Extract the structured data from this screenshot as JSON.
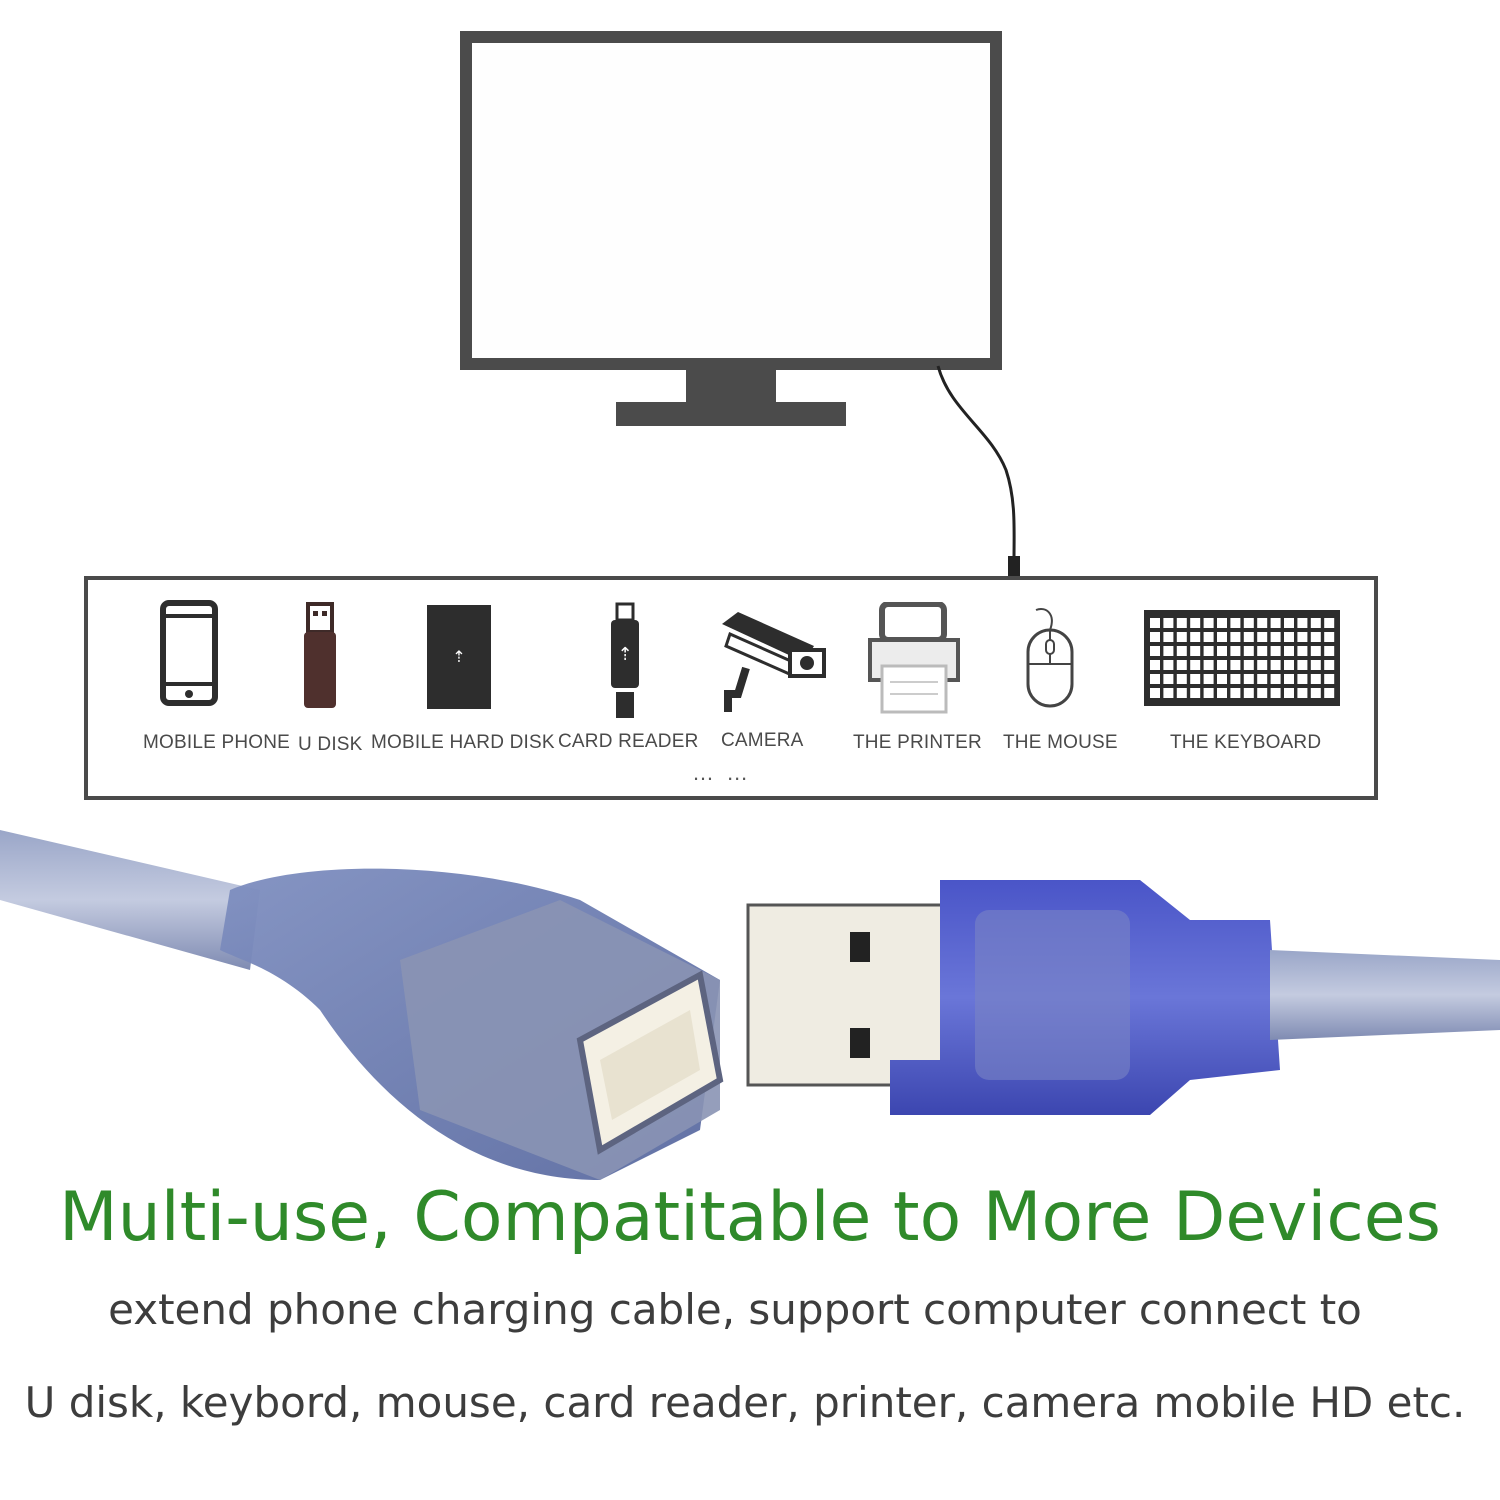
{
  "devices": [
    {
      "label": "MOBILE PHONE",
      "icon": "mobile-phone-icon"
    },
    {
      "label": "U DISK",
      "icon": "usb-flash-drive-icon"
    },
    {
      "label": "MOBILE HARD DISK",
      "icon": "hard-disk-icon"
    },
    {
      "label": "CARD READER",
      "icon": "card-reader-icon"
    },
    {
      "label": "CAMERA",
      "icon": "security-camera-icon"
    },
    {
      "label": "THE PRINTER",
      "icon": "printer-icon"
    },
    {
      "label": "THE MOUSE",
      "icon": "mouse-icon"
    },
    {
      "label": "THE KEYBOARD",
      "icon": "keyboard-icon"
    }
  ],
  "more": "… …",
  "headline": "Multi-use, Compatitable to More Devices",
  "subline_1": "extend phone charging cable, support computer connect to",
  "subline_2": "U disk, keybord, mouse, card reader, printer, camera mobile HD etc.",
  "colors": {
    "headline": "#2f8a2a",
    "body_text": "#3d3d3d",
    "outline": "#4a4a4a",
    "cable_blue": "#5a6ec8"
  }
}
